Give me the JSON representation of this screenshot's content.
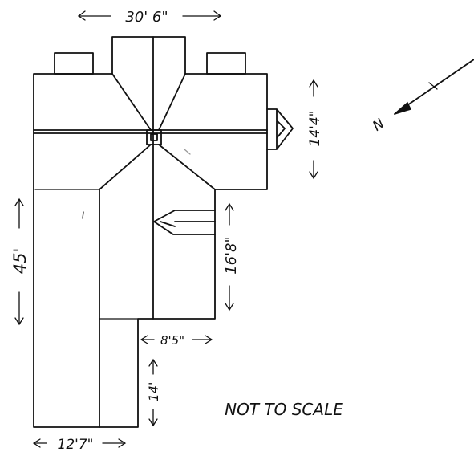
{
  "dimensions": {
    "top_width": "30' 6\"",
    "right_wing_depth": "14'4\"",
    "left_length": "45'",
    "middle_length": "16'8\"",
    "ell_width": "8'5\"",
    "ell_length": "14'",
    "bottom_width": "12'7\""
  },
  "compass": {
    "label": "N"
  },
  "note": "NOT TO SCALE",
  "colors": {
    "ink": "#111111",
    "paper": "#ffffff"
  }
}
